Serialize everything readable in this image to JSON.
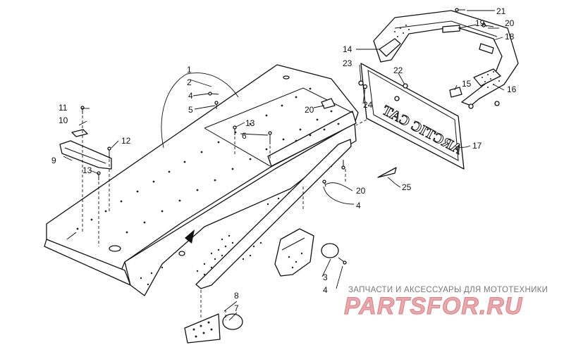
{
  "callouts": {
    "n1": "1",
    "n2": "2",
    "n3": "3",
    "n4a": "4",
    "n4b": "4",
    "n4c": "4",
    "n5": "5",
    "n6": "6",
    "n7": "7",
    "n8": "8",
    "n9": "9",
    "n10": "10",
    "n11": "11",
    "n12": "12",
    "n13a": "13",
    "n13b": "13",
    "n14": "14",
    "n15": "15",
    "n16": "16",
    "n17": "17",
    "n18": "18",
    "n19": "19",
    "n20a": "20",
    "n20b": "20",
    "n20c": "20",
    "n21": "21",
    "n22": "22",
    "n23": "23",
    "n24": "24",
    "n25": "25"
  },
  "flap_text": "ARCTIC CAT",
  "watermark": {
    "subtitle": "ЗАПЧАСТИ И АКСЕССУАРЫ ДЛЯ МОТОТЕХНИКИ",
    "logo": "PARTSFOR.RU"
  },
  "colors": {
    "line": "#111111",
    "watermark_text": "#7a7a7a",
    "logo": "#e8a9ad"
  }
}
